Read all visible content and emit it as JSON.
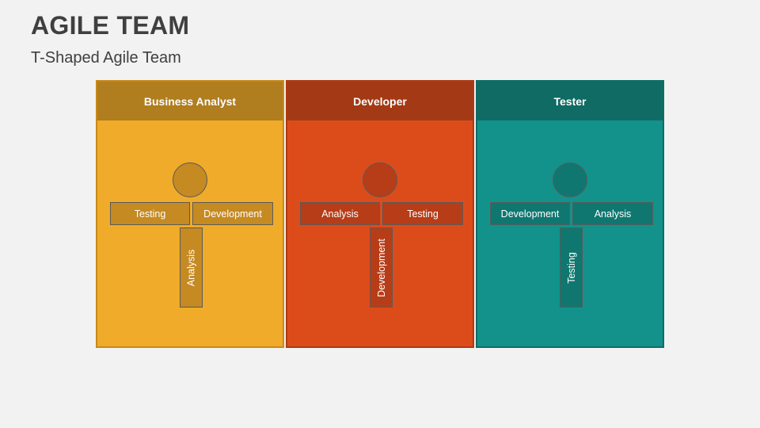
{
  "slide": {
    "title": "AGILE TEAM",
    "subtitle": "T-Shaped Agile Team"
  },
  "panels": [
    {
      "role": "Business Analyst",
      "left_skill": "Testing",
      "right_skill": "Development",
      "vertical_skill": "Analysis",
      "colors": {
        "header": "#b07d1f",
        "body": "#efab29",
        "border": "#c7891a",
        "shape": "#c58a22"
      }
    },
    {
      "role": "Developer",
      "left_skill": "Analysis",
      "right_skill": "Testing",
      "vertical_skill": "Development",
      "colors": {
        "header": "#a33a15",
        "body": "#dc4c1b",
        "border": "#ad3a14",
        "shape": "#b63d18"
      }
    },
    {
      "role": "Tester",
      "left_skill": "Development",
      "right_skill": "Analysis",
      "vertical_skill": "Testing",
      "colors": {
        "header": "#0f6b63",
        "body": "#12928a",
        "border": "#0e6f67",
        "shape": "#0f7770"
      }
    }
  ]
}
